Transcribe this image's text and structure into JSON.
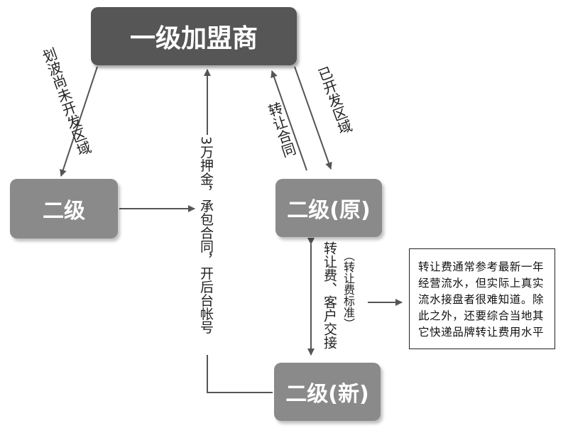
{
  "boxes": {
    "top": "一级加盟商",
    "level2": "二级",
    "level2_original": "二级(原)",
    "level2_new": "二级(新)"
  },
  "labels": {
    "undeveloped": "划波尚未开发区域",
    "developed": "已开发区域",
    "transfer_contract": "转让合同",
    "deposit": "3万押金，承包合同，开后台帐号",
    "transfer_fee": "转让费、客户交接",
    "fee_standard": "（转让费标准）"
  },
  "note": {
    "text": "转让费通常参考最新一年经营流水，但实际上真实流水接盘者很难知道。除此之外，还要综合当地其它快递品牌转让费用水平"
  },
  "colors": {
    "top_box": "#565656",
    "grey_box": "#8a8a8a",
    "arrow": "#555555"
  }
}
